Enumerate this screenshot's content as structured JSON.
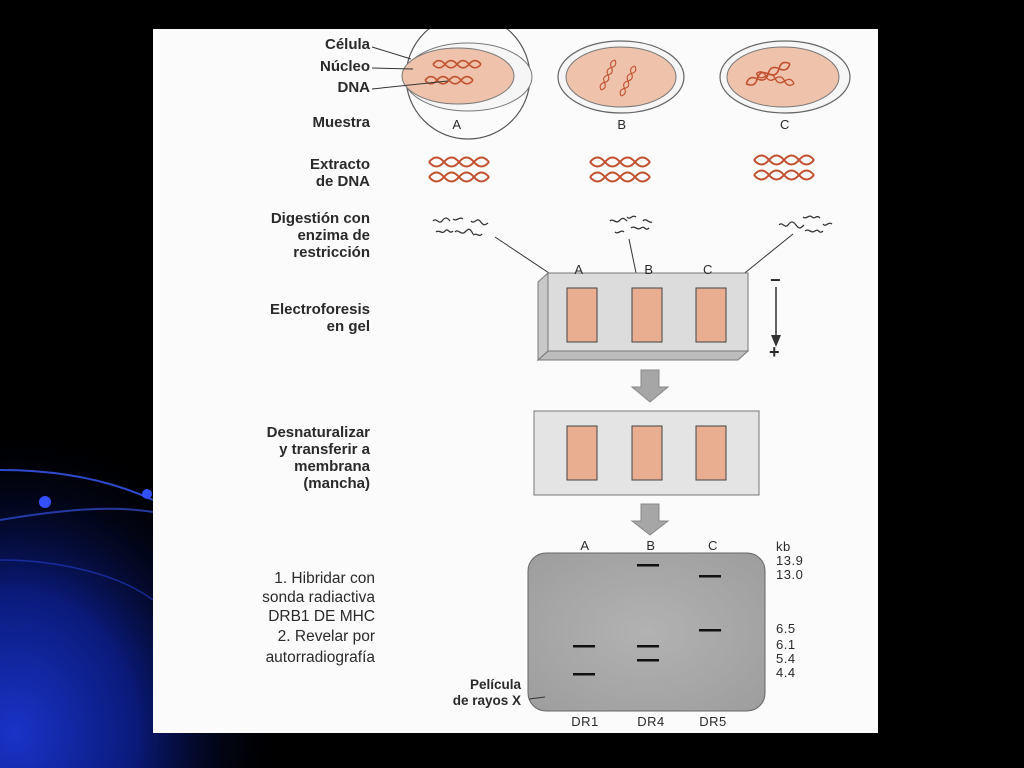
{
  "steps": {
    "cell": {
      "labels": [
        "Célula",
        "Núcleo",
        "DNA"
      ]
    },
    "sample": {
      "label": "Muestra",
      "letters": [
        "A",
        "B",
        "C"
      ]
    },
    "extract": {
      "label": "Extracto\nde DNA"
    },
    "digestion": {
      "label": "Digestión con\nenzima de\nrestricción"
    },
    "electrophoresis": {
      "label": "Electroforesis\nen gel",
      "lane_letters": [
        "A",
        "B",
        "C"
      ],
      "minus": "−",
      "plus": "+"
    },
    "transfer": {
      "label": "Desnaturalizar\ny transferir a\nmembrana\n(mancha)"
    },
    "hybridize": {
      "lines": [
        "1.  Hibridar con",
        "sonda radiactiva",
        "DRB1 DE MHC",
        "2.  Revelar por",
        "autorradiografía"
      ]
    }
  },
  "autoradiograph": {
    "lane_letters": [
      "A",
      "B",
      "C"
    ],
    "unit": "kb",
    "sizes": [
      "13.9",
      "13.0",
      "6.5",
      "6.1",
      "5.4",
      "4.4"
    ],
    "film_label": "Película\nde rayos X",
    "allele_labels": [
      "DR1",
      "DR4",
      "DR5"
    ],
    "bands_kb": {
      "A": [
        6.1,
        4.4
      ],
      "B": [
        13.9,
        6.1,
        5.4
      ],
      "C": [
        13.0,
        6.5
      ]
    }
  },
  "colors": {
    "page_bg": "#000000",
    "panel": "#fbfbfb",
    "nucleus": "#efc2ab",
    "dna_strand": "#c1502f",
    "gel": "#dcdcdc",
    "lane": "#e9ae8f",
    "film": "#a9a9a9",
    "arrow": "#a6a6a6",
    "deco_blue": "#1f3ad6"
  }
}
